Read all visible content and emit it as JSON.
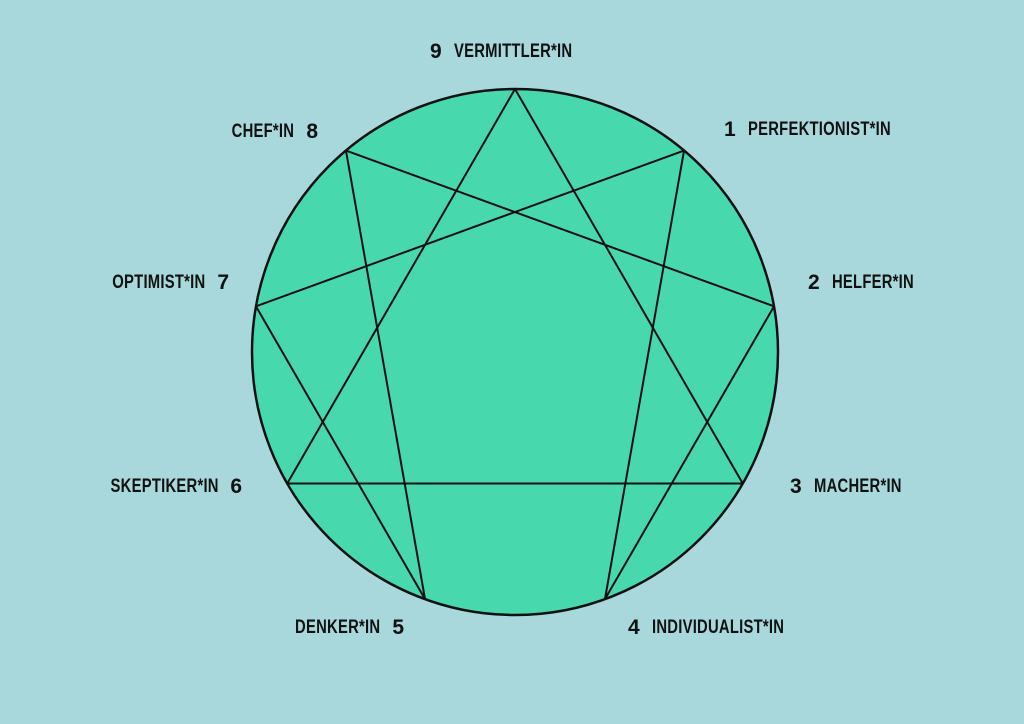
{
  "colors": {
    "background": "#a8d8dc",
    "circle": "#48d8ae",
    "line": "#111111"
  },
  "types": [
    {
      "number": "1",
      "name": "PERFEKTIONIST*IN"
    },
    {
      "number": "2",
      "name": "HELFER*IN"
    },
    {
      "number": "3",
      "name": "MACHER*IN"
    },
    {
      "number": "4",
      "name": "INDIVIDUALIST*IN"
    },
    {
      "number": "5",
      "name": "DENKER*IN"
    },
    {
      "number": "6",
      "name": "SKEPTIKER*IN"
    },
    {
      "number": "7",
      "name": "OPTIMIST*IN"
    },
    {
      "number": "8",
      "name": "CHEF*IN"
    },
    {
      "number": "9",
      "name": "VERMITTLER*IN"
    }
  ],
  "connections": {
    "triangle": [
      "9",
      "3",
      "6",
      "9"
    ],
    "hexad": [
      "1",
      "4",
      "2",
      "8",
      "5",
      "7",
      "1"
    ]
  }
}
